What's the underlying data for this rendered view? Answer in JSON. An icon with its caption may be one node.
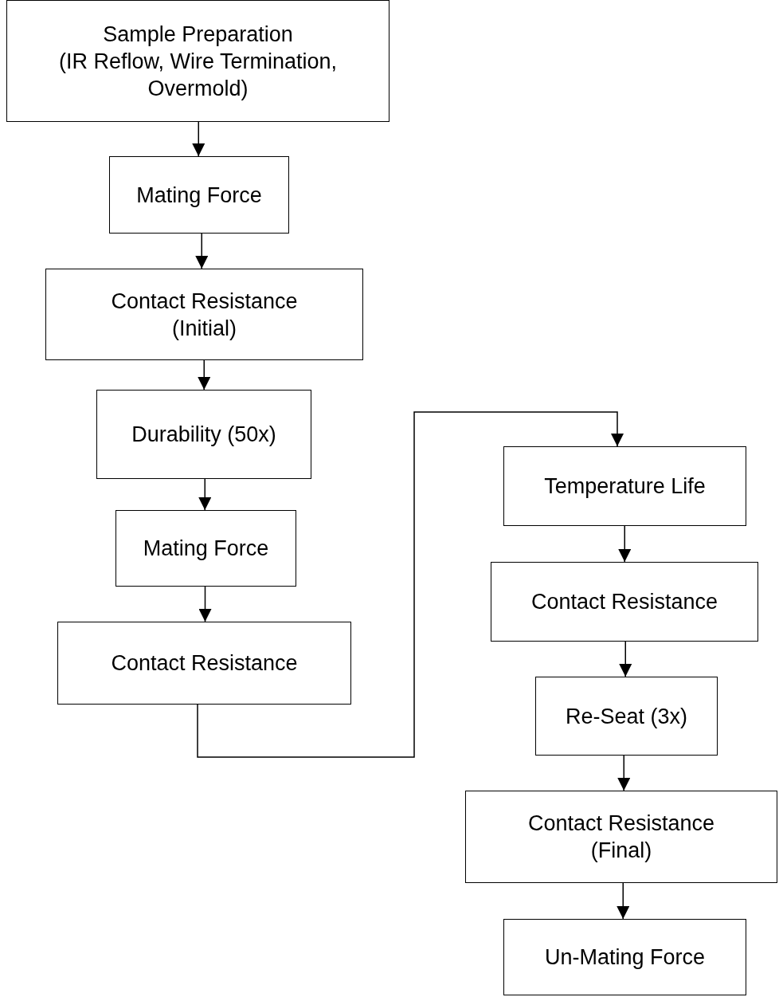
{
  "diagram": {
    "nodes": [
      {
        "text": [
          "Sample Preparation",
          "(IR Reflow, Wire Termination, Overmold)"
        ]
      },
      {
        "text": [
          "Mating Force"
        ]
      },
      {
        "text": [
          "Contact Resistance",
          "(Initial)"
        ]
      },
      {
        "text": [
          "Durability (50x)"
        ]
      },
      {
        "text": [
          "Mating Force"
        ]
      },
      {
        "text": [
          "Contact Resistance"
        ]
      },
      {
        "text": [
          "Temperature Life"
        ]
      },
      {
        "text": [
          "Contact Resistance"
        ]
      },
      {
        "text": [
          "Re-Seat (3x)"
        ]
      },
      {
        "text": [
          "Contact Resistance",
          "(Final)"
        ]
      },
      {
        "text": [
          "Un-Mating Force"
        ]
      }
    ],
    "edges": [
      {
        "from": 0,
        "to": 1,
        "arrow": "to"
      },
      {
        "from": 1,
        "to": 2,
        "arrow": "to"
      },
      {
        "from": 2,
        "to": 3,
        "arrow": "to"
      },
      {
        "from": 3,
        "to": 4,
        "arrow": "to"
      },
      {
        "from": 4,
        "to": 5,
        "arrow": "to"
      },
      {
        "from": 5,
        "to": 6,
        "arrow": "to"
      },
      {
        "from": 6,
        "to": 7,
        "arrow": "to"
      },
      {
        "from": 7,
        "to": 8,
        "arrow": "to"
      },
      {
        "from": 8,
        "to": 9,
        "arrow": "to"
      },
      {
        "from": 9,
        "to": 10,
        "arrow": "to"
      }
    ]
  }
}
